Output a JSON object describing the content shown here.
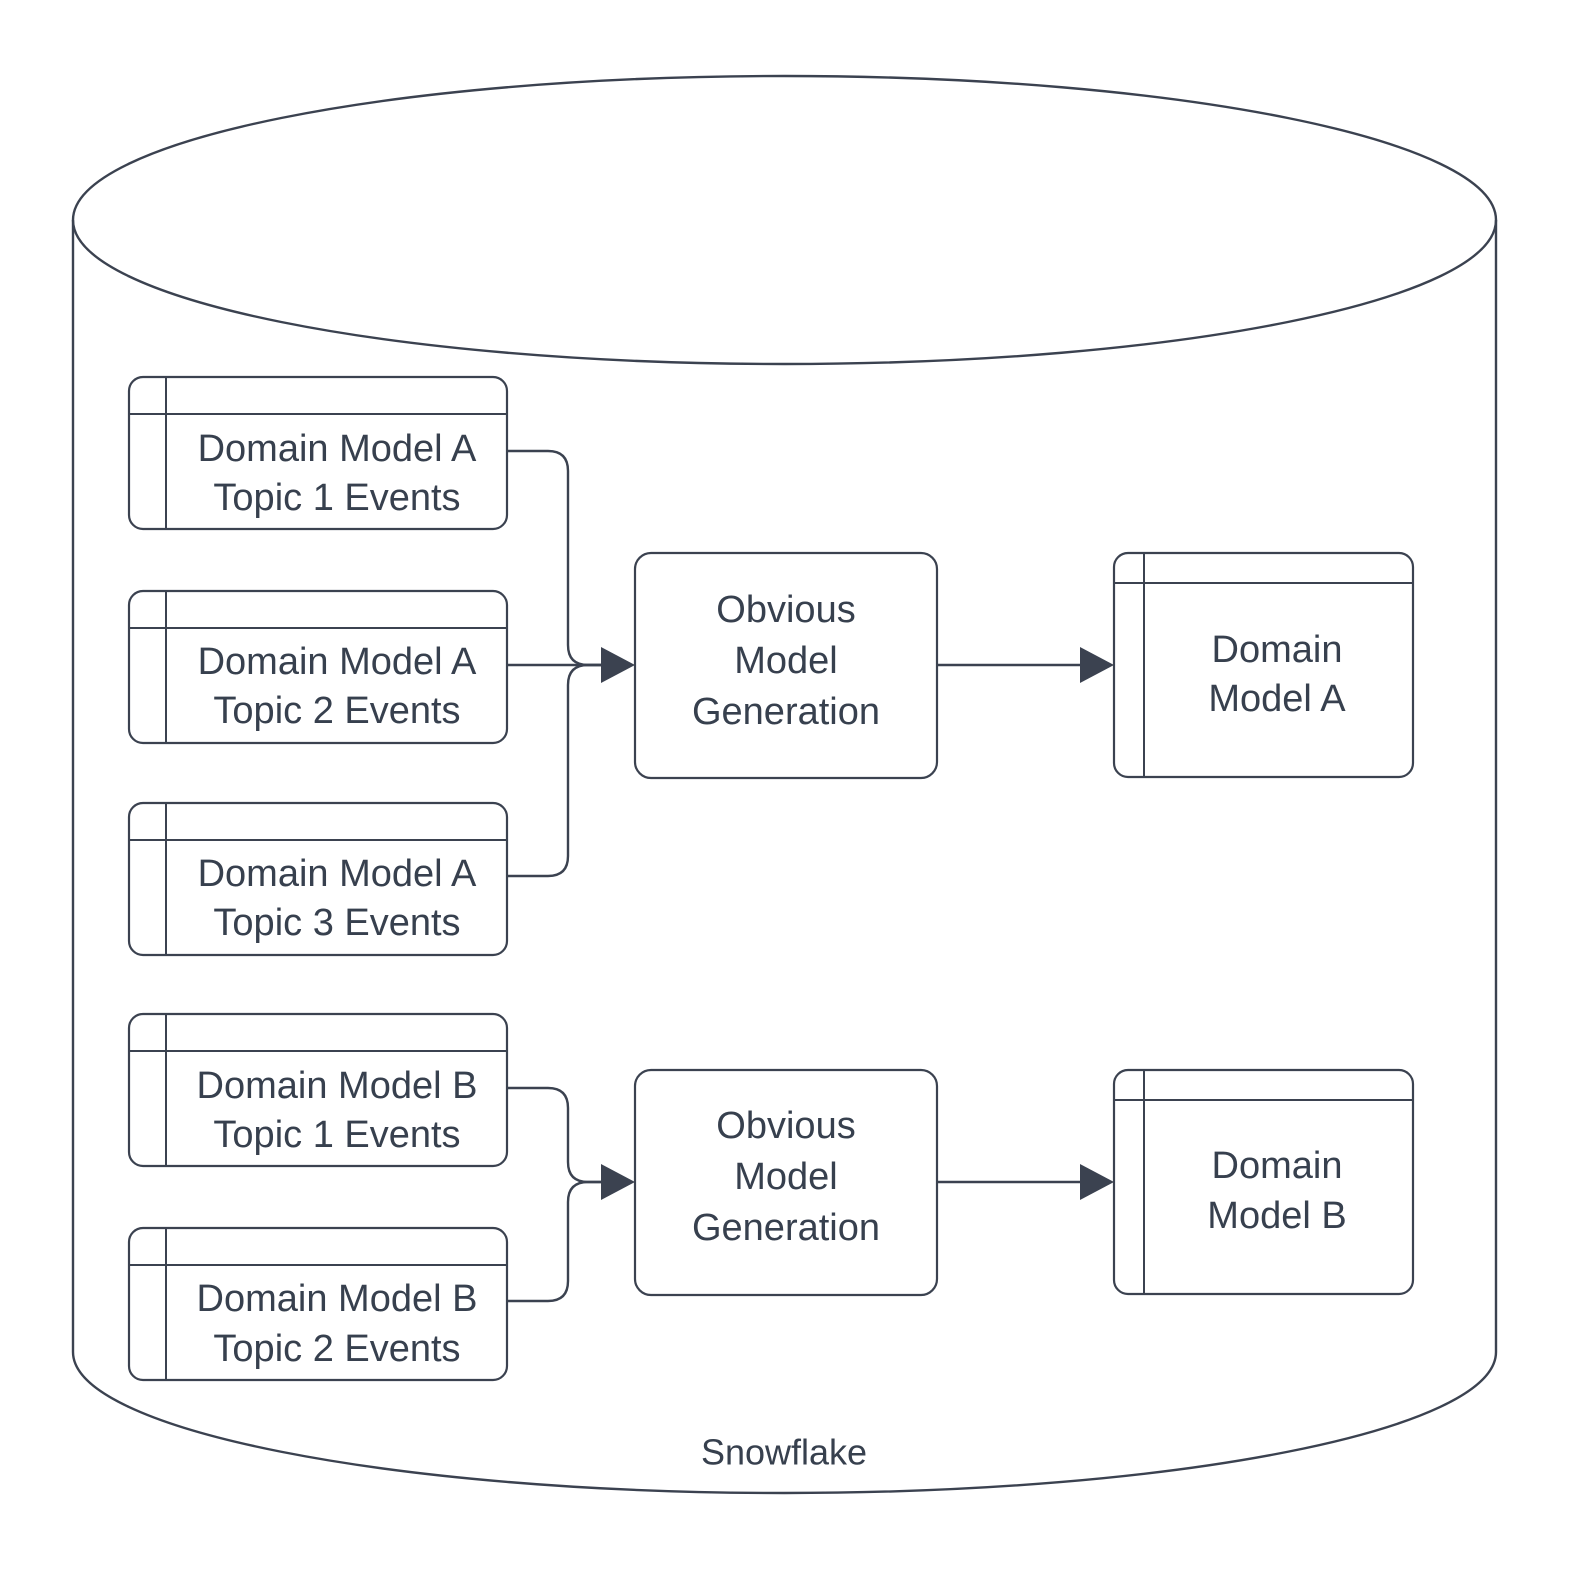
{
  "diagram": {
    "title": "Snowflake",
    "container": {
      "name": "cylinder-container",
      "label": "Snowflake",
      "shape": "cylinder"
    },
    "colors": {
      "stroke": "#3b4250",
      "text": "#37404e",
      "fill": "#ffffff",
      "background": "#ffffff"
    },
    "groups": [
      {
        "id": "group-a",
        "sources": [
          {
            "id": "a-topic-1",
            "line1": "Domain Model A",
            "line2": "Topic 1 Events",
            "icon": "table-icon"
          },
          {
            "id": "a-topic-2",
            "line1": "Domain Model A",
            "line2": "Topic 2 Events",
            "icon": "table-icon"
          },
          {
            "id": "a-topic-3",
            "line1": "Domain Model A",
            "line2": "Topic 3 Events",
            "icon": "table-icon"
          }
        ],
        "process": {
          "id": "process-a",
          "line1": "Obvious",
          "line2": "Model",
          "line3": "Generation"
        },
        "output": {
          "id": "output-a",
          "line1": "Domain",
          "line2": "Model A",
          "icon": "table-icon"
        }
      },
      {
        "id": "group-b",
        "sources": [
          {
            "id": "b-topic-1",
            "line1": "Domain Model B",
            "line2": "Topic 1 Events",
            "icon": "table-icon"
          },
          {
            "id": "b-topic-2",
            "line1": "Domain Model B",
            "line2": "Topic 2 Events",
            "icon": "table-icon"
          }
        ],
        "process": {
          "id": "process-b",
          "line1": "Obvious",
          "line2": "Model",
          "line3": "Generation"
        },
        "output": {
          "id": "output-b",
          "line1": "Domain",
          "line2": "Model B",
          "icon": "table-icon"
        }
      }
    ]
  }
}
